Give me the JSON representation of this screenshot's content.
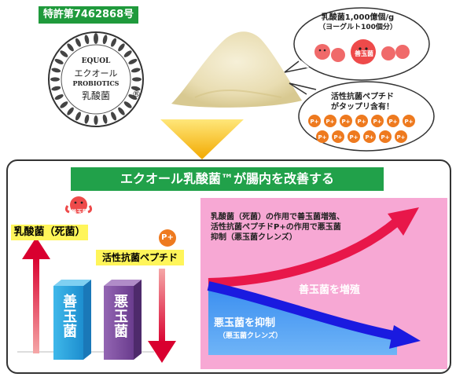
{
  "patent_label": "特許第7462868号",
  "seal": {
    "line1": "EQUOL",
    "line2": "エクオール",
    "line3": "PROBIOTICS",
    "line4": "乳酸菌",
    "mark": "®"
  },
  "bubble_top": {
    "line1": "乳酸菌1,000億個/g",
    "line2": "（ヨーグルト100個分）",
    "character_label": "善玉菌"
  },
  "bubble_bottom": {
    "line1": "活性抗菌ペプチド",
    "line2": "がタップリ含有！",
    "bead_label": "P+"
  },
  "panel": {
    "title": "エクオール乳酸菌™が腸内を改善する",
    "character_label": "善玉菌",
    "label_lactic": "乳酸菌（死菌）",
    "label_peptide": "活性抗菌ペプチド",
    "p_badge": "P+",
    "bar_good": "善玉菌",
    "bar_bad": "悪玉菌",
    "right_desc_1": "乳酸菌（死菌）の作用で善玉菌増殖、",
    "right_desc_2": "活性抗菌ペプチドP+の作用で悪玉菌",
    "right_desc_3": "抑制（悪玉菌クレンズ）",
    "increase_label": "善玉菌を増殖",
    "suppress_label": "悪玉菌を抑制",
    "suppress_sub": "（悪玉菌クレンズ）"
  },
  "colors": {
    "green": "#1f9a3c",
    "yellow": "#fff55a",
    "pink_bg": "#f7a8d4",
    "red_arrow": "#e8174a",
    "blue_arrow": "#1a1ae0",
    "good_bar": "#29a9e1",
    "bad_bar": "#7b4c9c",
    "orange_arrow": "#f5b800"
  }
}
